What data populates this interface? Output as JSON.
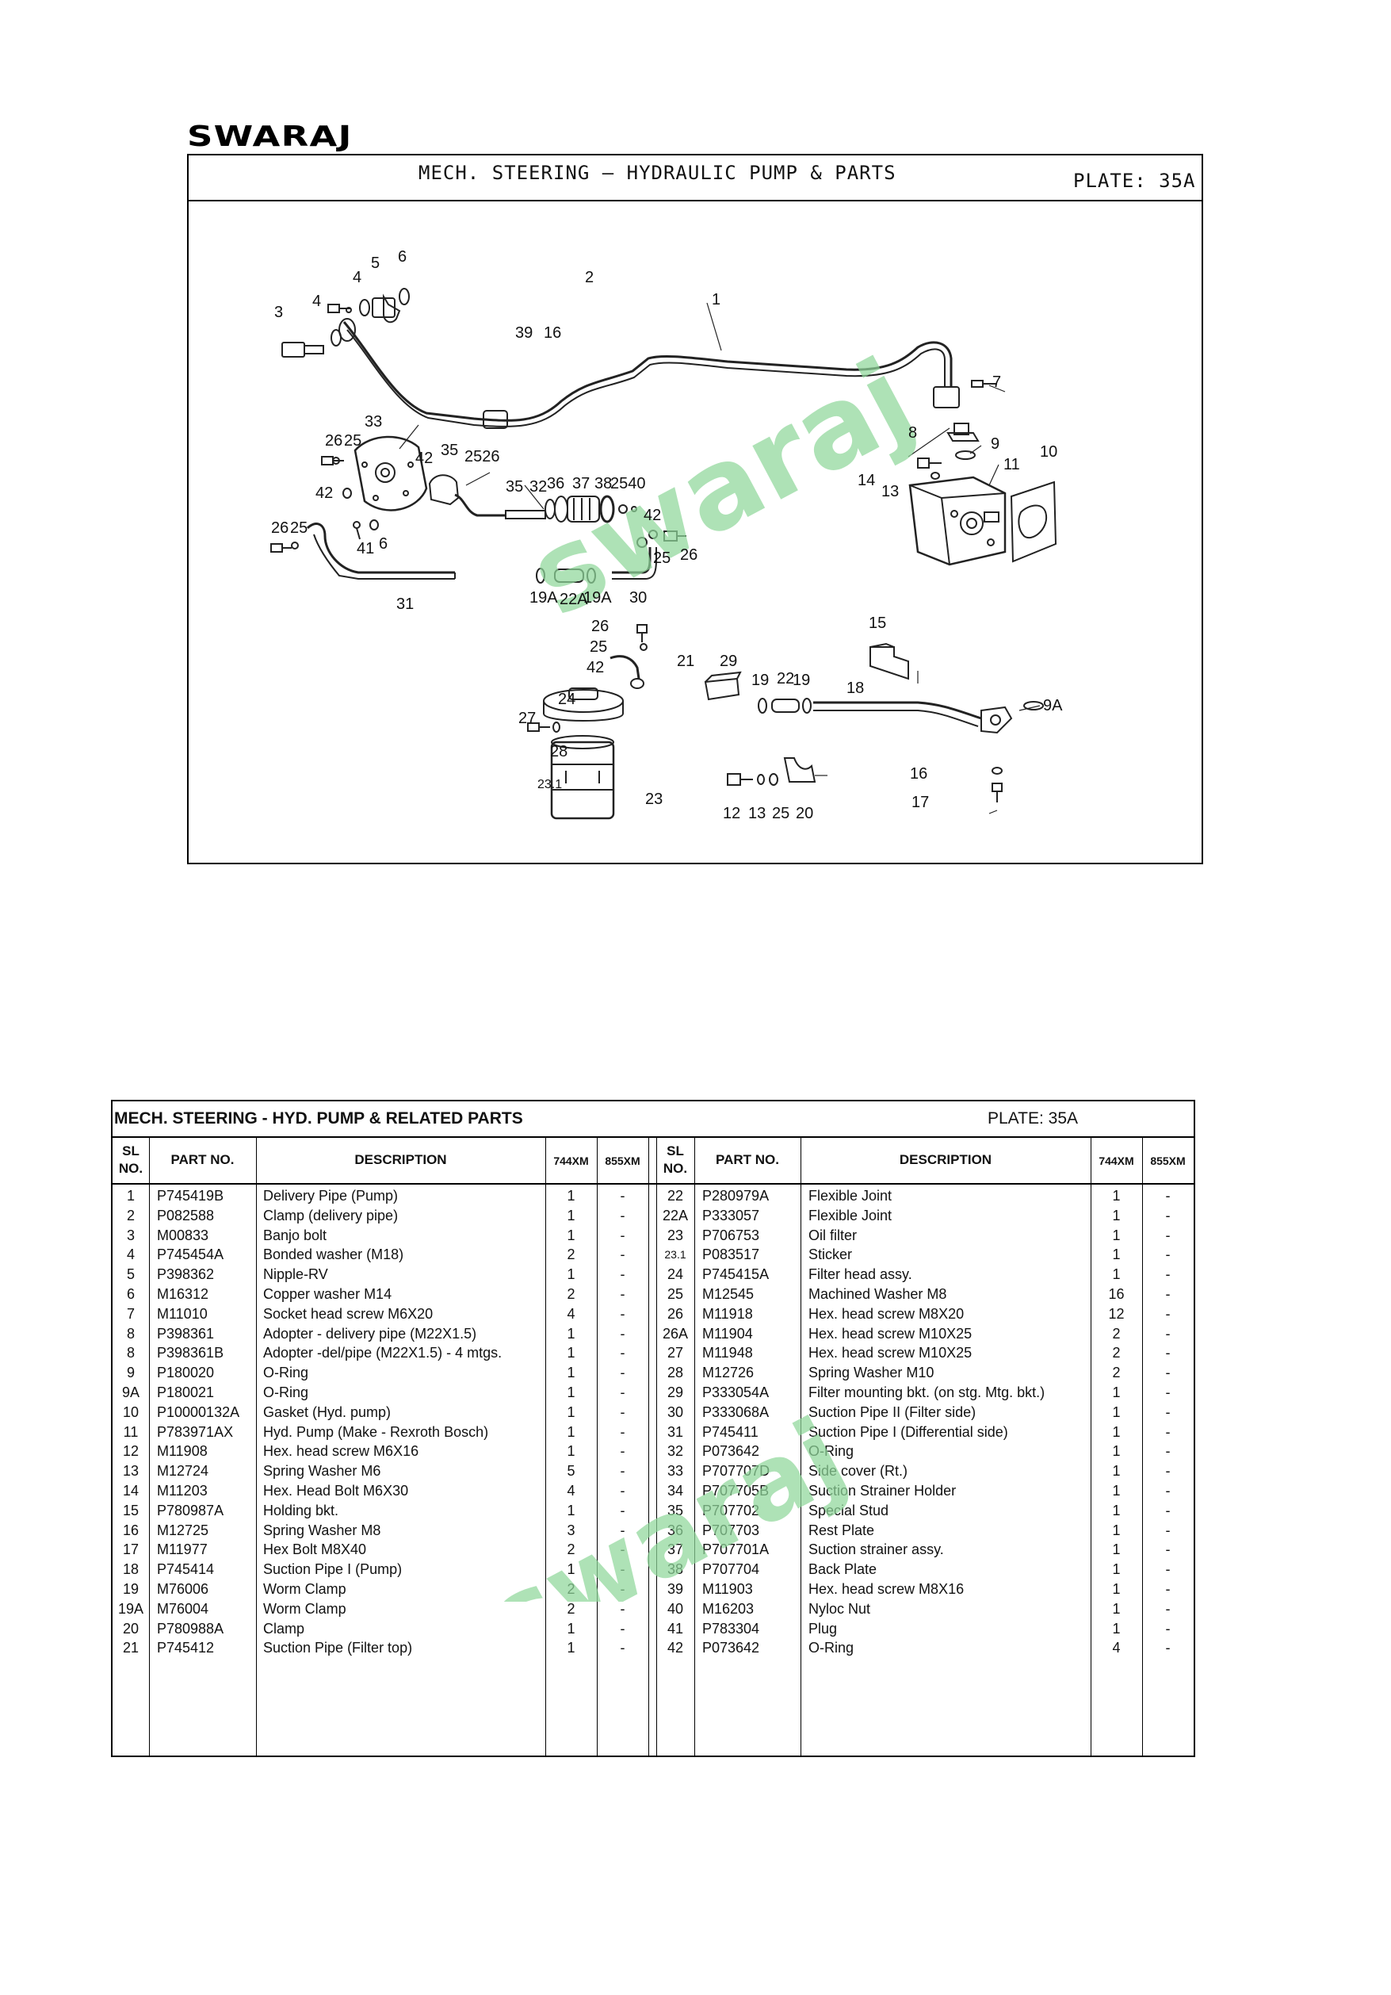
{
  "brand": {
    "logo_text": "SWARAJ"
  },
  "plate": {
    "title": "MECH. STEERING — HYDRAULIC PUMP & PARTS",
    "number": "PLATE: 35A"
  },
  "diagram": {
    "watermark": "swaraj",
    "callouts": {
      "c1": "1",
      "c2": "2",
      "c3": "3",
      "c4a": "4",
      "c4b": "4",
      "c5": "5",
      "c6": "6",
      "c39": "39",
      "c16a": "16",
      "c7": "7",
      "c8": "8",
      "c9": "9",
      "c10": "10",
      "c11": "11",
      "c14": "14",
      "c13a": "13",
      "c33": "33",
      "c26a": "26",
      "c25a": "25",
      "c42a": "42",
      "c2526": "2526",
      "c35": "35",
      "c32": "32",
      "c36": "36",
      "c37": "37",
      "c38": "38",
      "c2540": "2540",
      "c42b": "42",
      "c26b": "26",
      "c25b": "25",
      "c41": "41",
      "c6b": "6",
      "c42c": "42",
      "c25c": "25",
      "c26c": "26",
      "c19a1": "19A",
      "c22a": "22A",
      "c19a2": "19A",
      "c30": "30",
      "c31": "31",
      "c26d": "26",
      "c25d": "25",
      "c42d": "42",
      "c21": "21",
      "c29": "29",
      "c19": "19",
      "c22": "22",
      "c19b": "19",
      "c18": "18",
      "c15": "15",
      "c9a": "9A",
      "c24": "24",
      "c27": "27",
      "c28": "28",
      "c231": "23.1",
      "c23": "23",
      "c12": "12",
      "c13b": "13",
      "c25e": "25",
      "c20": "20",
      "c16b": "16",
      "c17": "17"
    }
  },
  "table": {
    "title": "MECH. STEERING - HYD. PUMP & RELATED PARTS",
    "plate": "PLATE: 35A",
    "headers": {
      "sl_line1": "SL",
      "sl_line2": "NO.",
      "part_no": "PART NO.",
      "description": "DESCRIPTION",
      "q1": "744XM",
      "q2": "855XM"
    },
    "left_rows": [
      {
        "sl": "1",
        "part": "P745419B",
        "desc": "Delivery Pipe (Pump)",
        "q1": "1",
        "q2": "-"
      },
      {
        "sl": "2",
        "part": "P082588",
        "desc": "Clamp (delivery pipe)",
        "q1": "1",
        "q2": "-"
      },
      {
        "sl": "3",
        "part": "M00833",
        "desc": "Banjo bolt",
        "q1": "1",
        "q2": "-"
      },
      {
        "sl": "4",
        "part": "P745454A",
        "desc": "Bonded washer (M18)",
        "q1": "2",
        "q2": "-"
      },
      {
        "sl": "5",
        "part": "P398362",
        "desc": "Nipple-RV",
        "q1": "1",
        "q2": "-"
      },
      {
        "sl": "6",
        "part": "M16312",
        "desc": "Copper washer M14",
        "q1": "2",
        "q2": "-"
      },
      {
        "sl": "7",
        "part": "M11010",
        "desc": "Socket head screw M6X20",
        "q1": "4",
        "q2": "-"
      },
      {
        "sl": "8",
        "part": "P398361",
        "desc": "Adopter - delivery pipe (M22X1.5)",
        "q1": "1",
        "q2": "-"
      },
      {
        "sl": "8",
        "part": "P398361B",
        "desc": "Adopter -del/pipe (M22X1.5) - 4 mtgs.",
        "q1": "1",
        "q2": "-"
      },
      {
        "sl": "9",
        "part": "P180020",
        "desc": "O-Ring",
        "q1": "1",
        "q2": "-"
      },
      {
        "sl": "9A",
        "part": "P180021",
        "desc": "O-Ring",
        "q1": "1",
        "q2": "-"
      },
      {
        "sl": "10",
        "part": "P10000132A",
        "desc": "Gasket (Hyd. pump)",
        "q1": "1",
        "q2": "-"
      },
      {
        "sl": "11",
        "part": "P783971AX",
        "desc": "Hyd. Pump (Make - Rexroth Bosch)",
        "q1": "1",
        "q2": "-"
      },
      {
        "sl": "12",
        "part": "M11908",
        "desc": "Hex. head screw M6X16",
        "q1": "1",
        "q2": "-"
      },
      {
        "sl": "13",
        "part": "M12724",
        "desc": "Spring Washer M6",
        "q1": "5",
        "q2": "-"
      },
      {
        "sl": "14",
        "part": "M11203",
        "desc": "Hex. Head Bolt M6X30",
        "q1": "4",
        "q2": "-"
      },
      {
        "sl": "15",
        "part": "P780987A",
        "desc": "Holding bkt.",
        "q1": "1",
        "q2": "-"
      },
      {
        "sl": "16",
        "part": "M12725",
        "desc": "Spring Washer M8",
        "q1": "3",
        "q2": "-"
      },
      {
        "sl": "17",
        "part": "M11977",
        "desc": "Hex Bolt M8X40",
        "q1": "2",
        "q2": "-"
      },
      {
        "sl": "18",
        "part": "P745414",
        "desc": "Suction Pipe I (Pump)",
        "q1": "1",
        "q2": "-"
      },
      {
        "sl": "19",
        "part": "M76006",
        "desc": "Worm Clamp",
        "q1": "2",
        "q2": "-"
      },
      {
        "sl": "19A",
        "part": "M76004",
        "desc": "Worm Clamp",
        "q1": "2",
        "q2": "-"
      },
      {
        "sl": "20",
        "part": "P780988A",
        "desc": "Clamp",
        "q1": "1",
        "q2": "-"
      },
      {
        "sl": "21",
        "part": "P745412",
        "desc": "Suction Pipe (Filter top)",
        "q1": "1",
        "q2": "-"
      }
    ],
    "right_rows": [
      {
        "sl": "22",
        "part": "P280979A",
        "desc": "Flexible Joint",
        "q1": "1",
        "q2": "-"
      },
      {
        "sl": "22A",
        "part": "P333057",
        "desc": "Flexible Joint",
        "q1": "1",
        "q2": "-"
      },
      {
        "sl": "23",
        "part": "P706753",
        "desc": "Oil filter",
        "q1": "1",
        "q2": "-"
      },
      {
        "sl": "23.1",
        "part": "P083517",
        "desc": "Sticker",
        "q1": "1",
        "q2": "-"
      },
      {
        "sl": "24",
        "part": "P745415A",
        "desc": "Filter head assy.",
        "q1": "1",
        "q2": "-"
      },
      {
        "sl": "25",
        "part": "M12545",
        "desc": "Machined Washer M8",
        "q1": "16",
        "q2": "-"
      },
      {
        "sl": "26",
        "part": "M11918",
        "desc": "Hex. head screw M8X20",
        "q1": "12",
        "q2": "-"
      },
      {
        "sl": "26A",
        "part": "M11904",
        "desc": "Hex. head screw M10X25",
        "q1": "2",
        "q2": "-"
      },
      {
        "sl": "27",
        "part": "M11948",
        "desc": "Hex. head screw M10X25",
        "q1": "2",
        "q2": "-"
      },
      {
        "sl": "28",
        "part": "M12726",
        "desc": "Spring Washer M10",
        "q1": "2",
        "q2": "-"
      },
      {
        "sl": "29",
        "part": "P333054A",
        "desc": "Filter mounting bkt. (on stg. Mtg. bkt.)",
        "q1": "1",
        "q2": "-"
      },
      {
        "sl": "30",
        "part": "P333068A",
        "desc": "Suction Pipe II (Filter side)",
        "q1": "1",
        "q2": "-"
      },
      {
        "sl": "31",
        "part": "P745411",
        "desc": "Suction Pipe I (Differential side)",
        "q1": "1",
        "q2": "-"
      },
      {
        "sl": "32",
        "part": "P073642",
        "desc": "O-Ring",
        "q1": "1",
        "q2": "-"
      },
      {
        "sl": "33",
        "part": "P707707D",
        "desc": "Side cover (Rt.)",
        "q1": "1",
        "q2": "-"
      },
      {
        "sl": "34",
        "part": "P707705B",
        "desc": "Suction Strainer Holder",
        "q1": "1",
        "q2": "-"
      },
      {
        "sl": "35",
        "part": "P707702",
        "desc": "Special Stud",
        "q1": "1",
        "q2": "-"
      },
      {
        "sl": "36",
        "part": "P707703",
        "desc": "Rest Plate",
        "q1": "1",
        "q2": "-"
      },
      {
        "sl": "37",
        "part": "P707701A",
        "desc": "Suction strainer assy.",
        "q1": "1",
        "q2": "-"
      },
      {
        "sl": "38",
        "part": "P707704",
        "desc": "Back Plate",
        "q1": "1",
        "q2": "-"
      },
      {
        "sl": "39",
        "part": "M11903",
        "desc": "Hex. head screw M8X16",
        "q1": "1",
        "q2": "-"
      },
      {
        "sl": "40",
        "part": "M16203",
        "desc": "Nyloc Nut",
        "q1": "1",
        "q2": "-"
      },
      {
        "sl": "41",
        "part": "P783304",
        "desc": "Plug",
        "q1": "1",
        "q2": "-"
      },
      {
        "sl": "42",
        "part": "P073642",
        "desc": "O-Ring",
        "q1": "4",
        "q2": "-"
      }
    ]
  }
}
